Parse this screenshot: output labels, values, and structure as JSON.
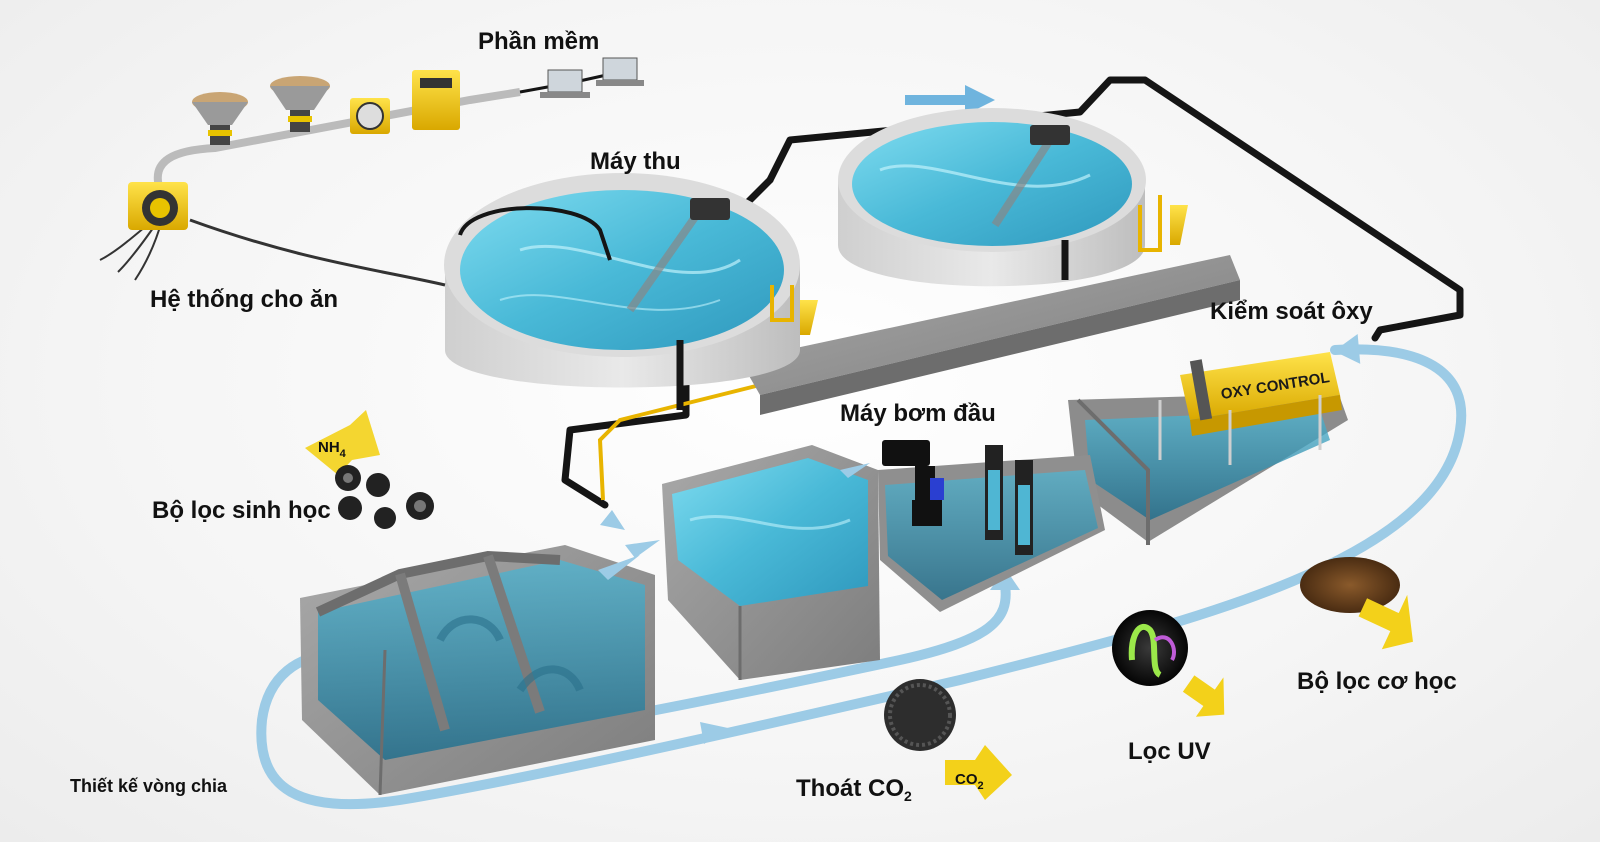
{
  "labels": {
    "software": "Phần mềm",
    "collector": "Máy thu",
    "feeding": "Hệ thống cho ăn",
    "oxygen": "Kiểm soát ôxy",
    "head_pump": "Máy bơm đầu",
    "biofilter": "Bộ lọc sinh học",
    "mech_filter": "Bộ lọc cơ học",
    "uv": "Lọc UV",
    "co2_main": "Thoát CO",
    "co2_sub": "2",
    "split_loop": "Thiết kế vòng chia"
  },
  "chips": {
    "nh4_main": "NH",
    "nh4_sub": "4",
    "co2_main": "CO",
    "co2_sub": "2",
    "oxy_control": "OXY CONTROL"
  },
  "colors": {
    "water": "#5cc7df",
    "water_dark": "#2c93b8",
    "concrete": "#9a9a9a",
    "pipe": "#151515",
    "flow_arrow": "#9ccbe6",
    "accent_yellow": "#f3d11a"
  },
  "icons": [
    "arrow-icon",
    "bio-media-icon",
    "uv-bacteria-icon",
    "co2-media-icon",
    "mech-debris-icon",
    "feeder-icon",
    "computer-icon"
  ]
}
